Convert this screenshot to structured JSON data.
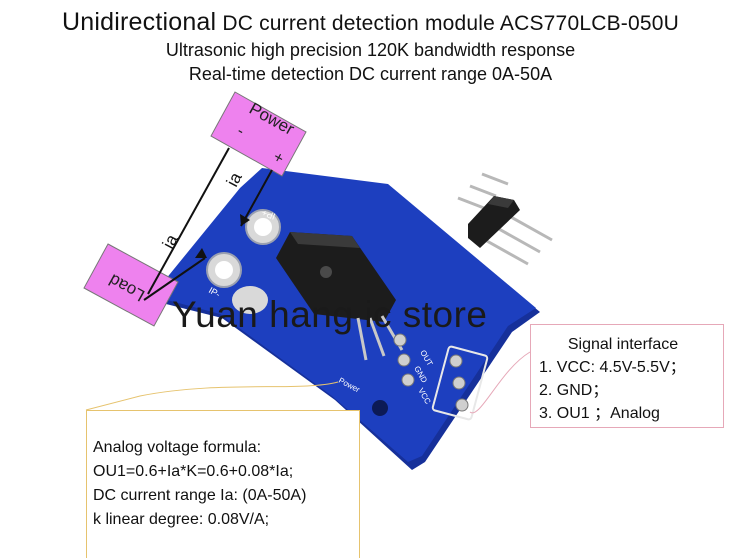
{
  "header": {
    "title_big": "Unidirectional",
    "title_rest": "DC current detection module ACS770LCB-050U",
    "subtitle": "Ultrasonic high precision 120K bandwidth response",
    "range_line": "Real-time detection DC current range 0A-50A"
  },
  "labels": {
    "power": "Power",
    "power_minus": "-",
    "power_plus": "+",
    "load": "Load",
    "ia_top": "ia",
    "ia_left": "ia",
    "pad_ip_plus": "IP+",
    "pad_ip_minus": "IP-",
    "pin_out": "OUT",
    "pin_gnd": "GND",
    "pin_vcc": "VCC",
    "silk_power": "Power"
  },
  "watermark": "Yuan hang ic store",
  "signal_interface": {
    "heading": "Signal  interface",
    "items": [
      "1.   VCC: 4.5V-5.5V；",
      "2.   GND；",
      "3.   OU1 ；Analog"
    ]
  },
  "formula": {
    "lines": [
      "Analog voltage formula:",
      "OU1=0.6+Ia*K=0.6+0.08*Ia;",
      "DC current range Ia: (0A-50A)",
      "k linear degree: 0.08V/A;"
    ]
  },
  "colors": {
    "pcb": "#1d3fbf",
    "pcb_edge": "#16309a",
    "label_fill": "#ee82ee",
    "chip": "#1c1c1c",
    "pad": "#d9d9d9",
    "signal_border": "#e6a8b8",
    "formula_border": "#e6c36e"
  }
}
